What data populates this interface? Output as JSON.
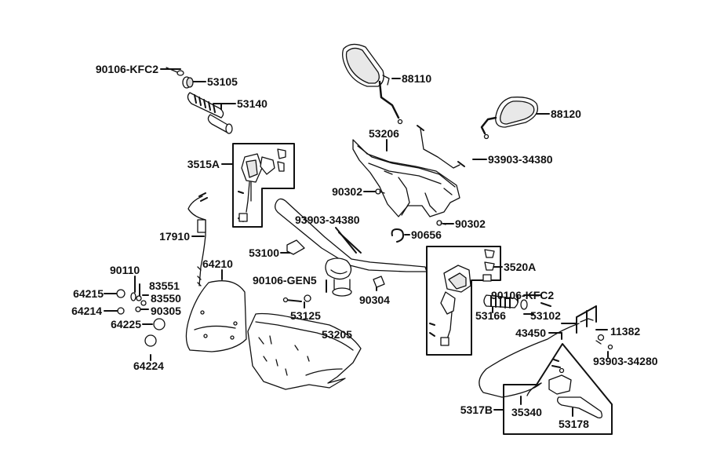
{
  "diagram": {
    "labels": {
      "p90106_kfc2_top": "90106-KFC2",
      "p53105": "53105",
      "p53140": "53140",
      "p88110": "88110",
      "p88120": "88120",
      "p53206": "53206",
      "p93903_34380_top": "93903-34380",
      "p3515a": "3515A",
      "p90302_left": "90302",
      "p90302_right": "90302",
      "p93903_34380_mid": "93903-34380",
      "p90656": "90656",
      "p17910": "17910",
      "p53100": "53100",
      "p3520a": "3520A",
      "p90110": "90110",
      "p64210": "64210",
      "p90106_gen5": "90106-GEN5",
      "p90304": "90304",
      "p90106_kfc2_right": "90106-KFC2",
      "p64215": "64215",
      "p83551": "83551",
      "p83550": "83550",
      "p64214": "64214",
      "p90305": "90305",
      "p53125": "53125",
      "p53166": "53166",
      "p53102": "53102",
      "p64225": "64225",
      "p53205": "53205",
      "p43450": "43450",
      "p11382": "11382",
      "p64224": "64224",
      "p93903_34280": "93903-34280",
      "p5317b": "5317B",
      "p35340": "35340",
      "p53178": "53178"
    }
  }
}
